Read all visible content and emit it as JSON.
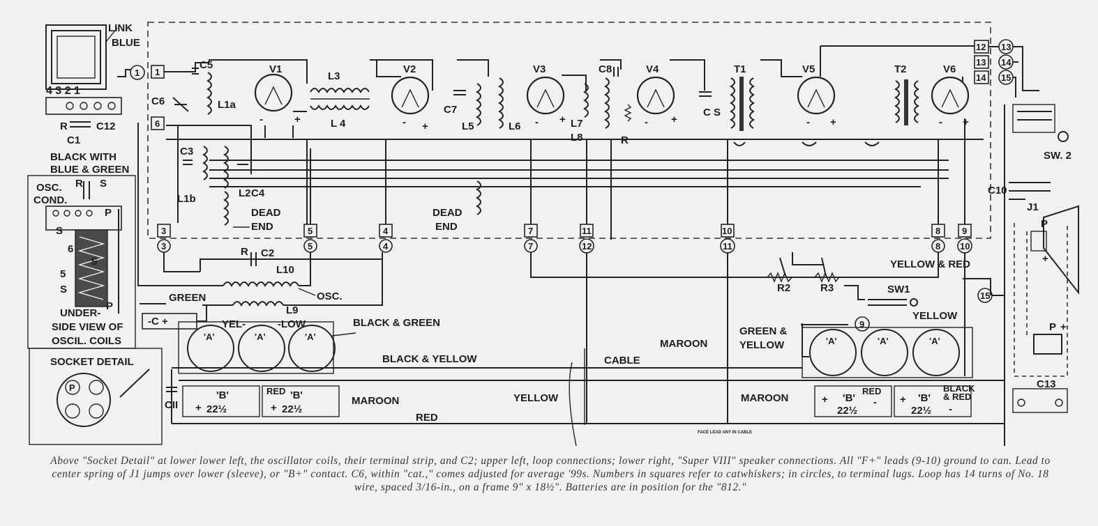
{
  "labels": {
    "link": "LINK",
    "blue": "BLUE",
    "loop_terminals": "4 3 2 1",
    "c12": "C12",
    "r_c1": "R",
    "c1": "C1",
    "black_with": "BLACK WITH",
    "blue_green": "BLUE & GREEN",
    "osc": "OSC.",
    "cond": "COND.",
    "r_osc": "R",
    "s_osc": "S",
    "p_top": "P",
    "s6": "6",
    "s5": "5",
    "s_a": "S",
    "s_b": "S",
    "p_bot": "P",
    "s_left": "S",
    "under_side": "UNDER-",
    "side_view_of": "SIDE VIEW OF",
    "oscil_coils": "OSCIL. COILS",
    "socket_detail": "SOCKET DETAIL",
    "c5": "C5",
    "c6": "C6",
    "l1a": "L1a",
    "c3": "C3",
    "l1b": "L1b",
    "l2": "L2",
    "c4": "C4",
    "dead_end_1": "DEAD",
    "end_1": "END",
    "v1": "V1",
    "v2": "V2",
    "v3": "V3",
    "v4": "V4",
    "v5": "V5",
    "v6": "V6",
    "l3": "L3",
    "l4": "L 4",
    "c7": "C7",
    "l5": "L5",
    "l6": "L6",
    "l7": "L7",
    "l8": "L8",
    "c8": "C8",
    "r_v4": "R",
    "cs": "C S",
    "t1": "T1",
    "t2": "T2",
    "dead_end_2": "DEAD",
    "end_2": "END",
    "sw2": "SW. 2",
    "c10": "C10",
    "j1": "J1",
    "r_c2": "R",
    "c2": "C2",
    "l10": "L10",
    "l9": "L9",
    "osc_coil": "OSC.",
    "green": "GREEN",
    "c_terminal": "-C +",
    "yel": "YEL-",
    "low": "-LOW",
    "black_green": "BLACK & GREEN",
    "black_yellow": "BLACK & YELLOW",
    "cable": "CABLE",
    "maroon_1": "MAROON",
    "maroon_2": "MAROON",
    "maroon_3": "MAROON",
    "yellow_1": "YELLOW",
    "yellow_2": "YELLOW",
    "red": "RED",
    "r2": "R2",
    "r3": "R3",
    "sw1": "SW1",
    "green_and": "GREEN &",
    "yellow_gy": "YELLOW",
    "yellow_red": "YELLOW & RED",
    "c11": "CII",
    "c13": "C13",
    "a_label": "'A'",
    "b_label": "'B'",
    "b_val": "22½",
    "red_b": "RED",
    "black_b": "BLACK",
    "and_red_b": "& RED",
    "plus": "+",
    "minus": "-",
    "p_speaker": "P",
    "small_note": "FACE LEAD ANY IN CABLE"
  },
  "square_terminals": [
    "1",
    "6",
    "3",
    "5",
    "4",
    "7",
    "11",
    "10",
    "8",
    "9",
    "12",
    "13",
    "14"
  ],
  "circle_terminals": [
    "1",
    "3",
    "5",
    "4",
    "7",
    "12",
    "11",
    "8",
    "10",
    "13",
    "14",
    "15",
    "9",
    "15"
  ],
  "caption": "Above \"Socket Detail\" at lower lower left, the oscillator coils, their terminal strip, and C2; upper left, loop connections; lower right, \"Super VIII\" speaker connections. All \"F+\" leads (9-10) ground to can. Lead to center spring of J1 jumps over lower (sleeve), or \"B+\" contact. C6, within \"cat.,\" comes adjusted for average '99s. Numbers in squares refer to catwhiskers; in circles, to terminal lugs. Loop has 14 turns of No. 18 wire, spaced 3/16-in., on a frame 9\" x 18½\". Batteries are in position for the \"812.\""
}
